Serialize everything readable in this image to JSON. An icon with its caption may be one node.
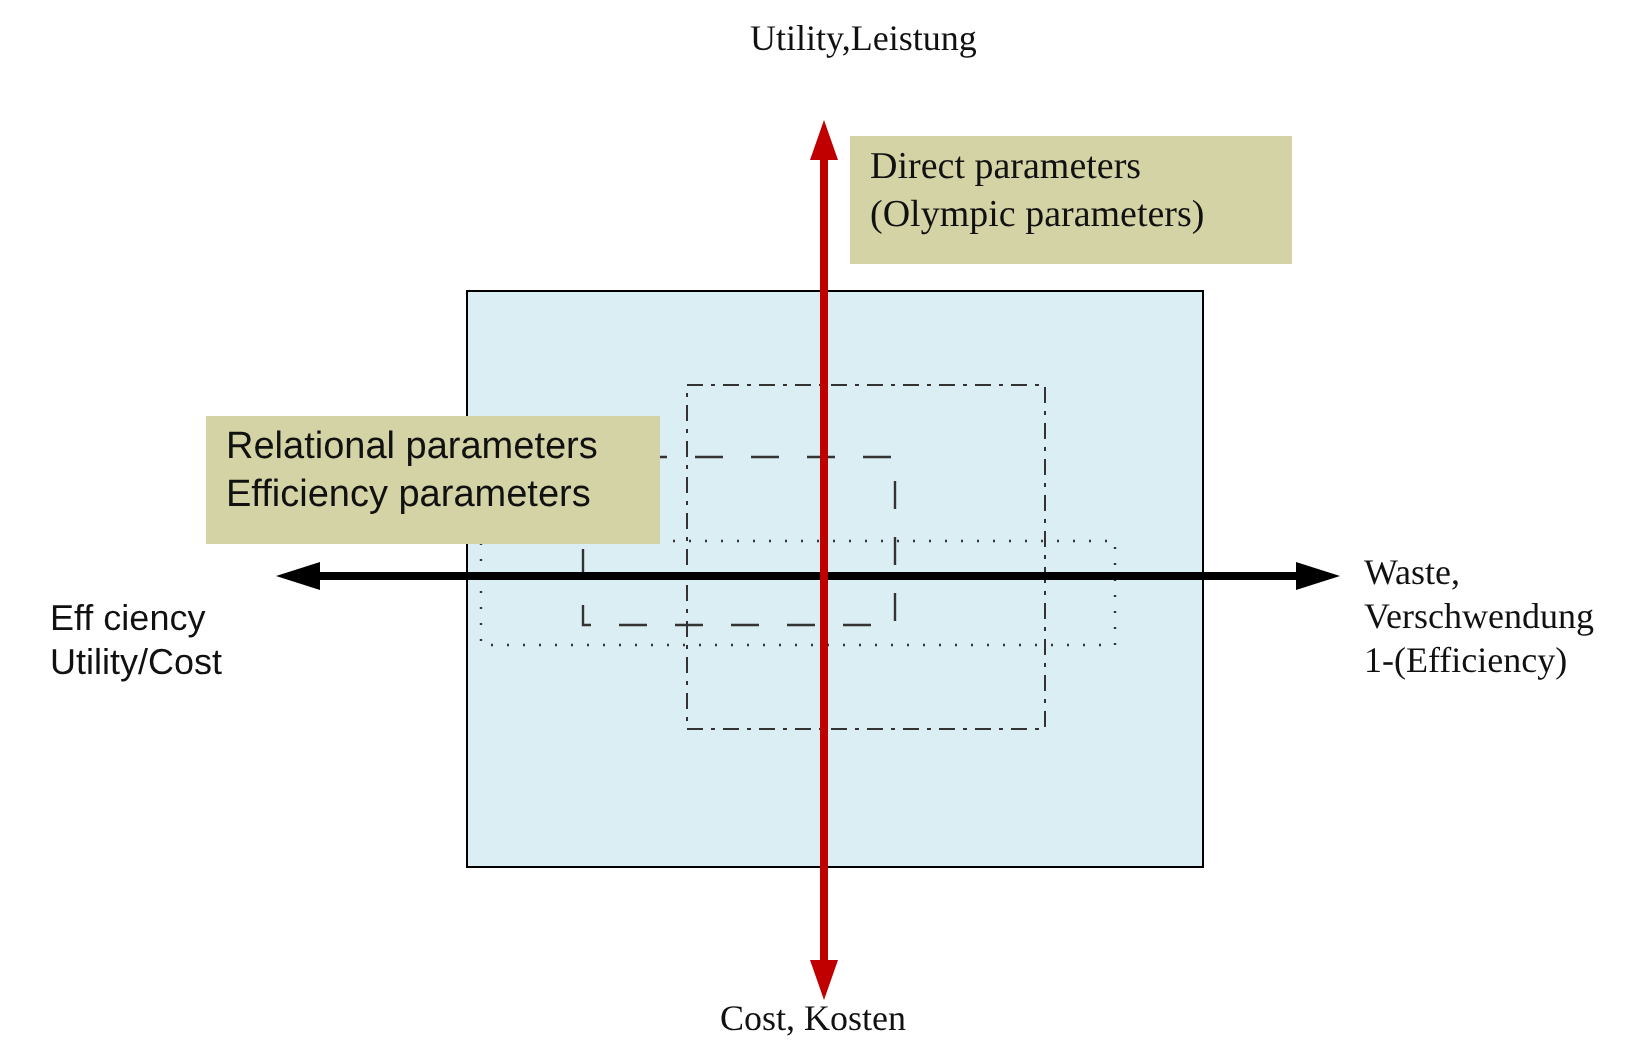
{
  "diagram": {
    "nodes": [
      {
        "text": [
          "Direct parameters (Olympic parameters)"
        ]
      },
      {
        "text": [],
        "shape": "box"
      },
      {
        "text": [],
        "shape": "box",
        "in": 1
      },
      {
        "text": [
          "Relational parameters Efficiency parameters"
        ]
      },
      {
        "text": [],
        "shape": "box",
        "in": 1
      },
      {
        "text": [],
        "shape": "box",
        "in": 1
      }
    ],
    "edges": [],
    "labels": [
      "Utility,Leistung",
      "Eff ciency Utility/Cost",
      "Waste, Verschwendung 1-(Efficiency)",
      "Cost, Kosten"
    ]
  }
}
